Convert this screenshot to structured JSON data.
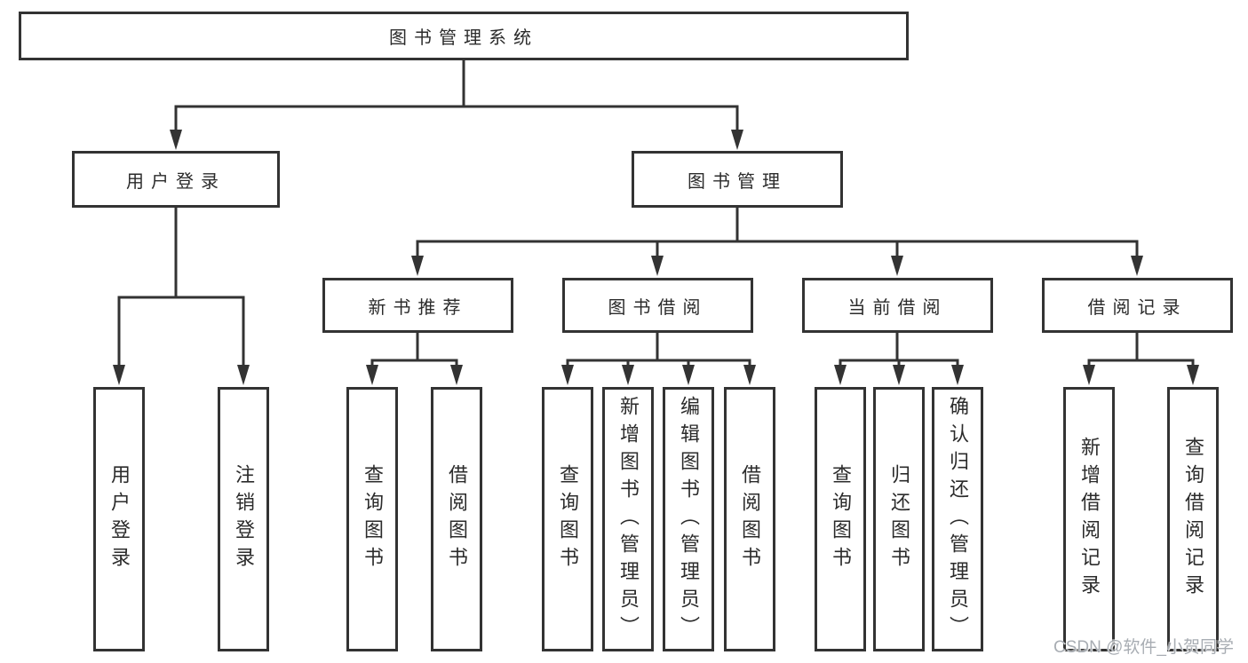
{
  "diagram": {
    "type": "hierarchy-tree",
    "colors": {
      "line": "#333333",
      "box_border": "#333333",
      "text": "#2b2b2b",
      "background": "#ffffff",
      "watermark": "#a8adb3"
    },
    "watermark": {
      "text": "CSDN @软件_小贺同学"
    },
    "tree": {
      "root": {
        "label": "图书管理系统",
        "children": [
          {
            "label": "用户登录",
            "children": [
              {
                "label": "用户登录"
              },
              {
                "label": "注销登录"
              }
            ]
          },
          {
            "label": "图书管理",
            "children": [
              {
                "label": "新书推荐",
                "children": [
                  {
                    "label": "查询图书"
                  },
                  {
                    "label": "借阅图书"
                  }
                ]
              },
              {
                "label": "图书借阅",
                "children": [
                  {
                    "label": "查询图书"
                  },
                  {
                    "label": "新增图书（管理员）"
                  },
                  {
                    "label": "编辑图书（管理员）"
                  },
                  {
                    "label": "借阅图书"
                  }
                ]
              },
              {
                "label": "当前借阅",
                "children": [
                  {
                    "label": "查询图书"
                  },
                  {
                    "label": "归还图书"
                  },
                  {
                    "label": "确认归还（管理员）"
                  }
                ]
              },
              {
                "label": "借阅记录",
                "children": [
                  {
                    "label": "新增借阅记录"
                  },
                  {
                    "label": "查询借阅记录"
                  }
                ]
              }
            ]
          }
        ]
      }
    }
  }
}
